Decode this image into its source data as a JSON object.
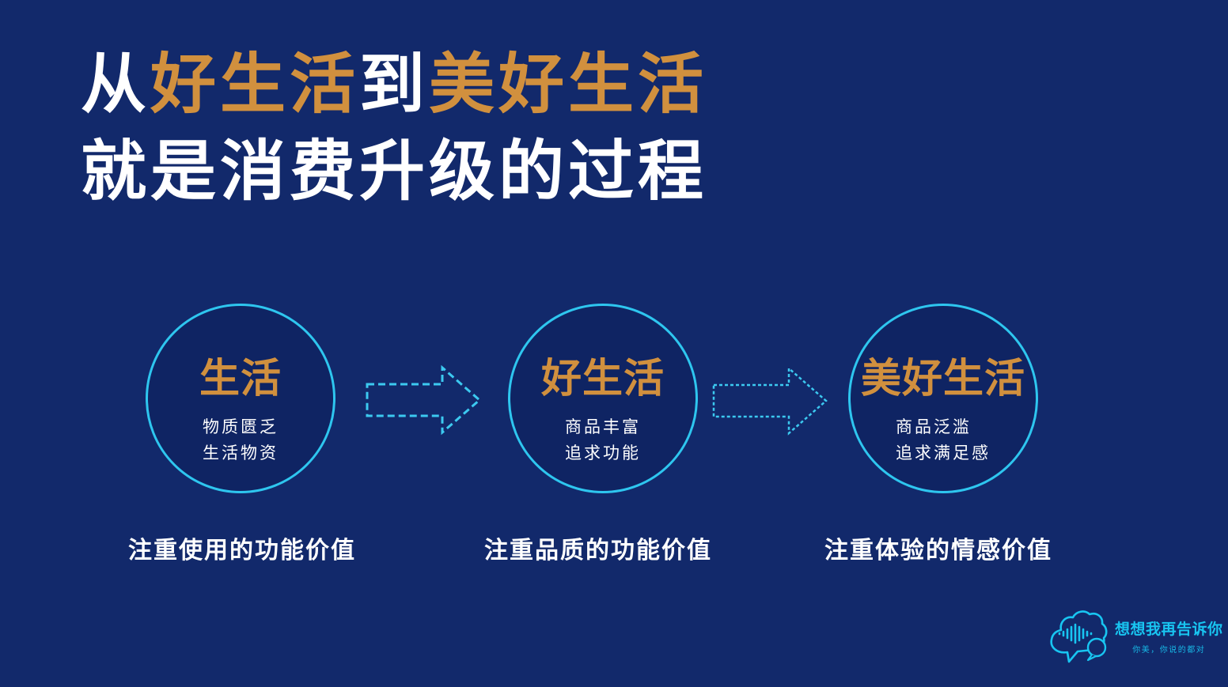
{
  "slide": {
    "background": "#12296B",
    "colors": {
      "accent_cyan": "#2EC6EF",
      "accent_orange": "#D1903E",
      "text_white": "#FFFFFF",
      "circle_fill": "#0F2463"
    },
    "title": {
      "prefix": "从",
      "highlight1": "好生活",
      "connector": "到",
      "highlight2": "美好生活",
      "line2": "就是消费升级的过程"
    },
    "stages": [
      {
        "name": "生活",
        "sub1": "物质匮乏",
        "sub2": "生活物资",
        "caption": "注重使用的功能价值"
      },
      {
        "name": "好生活",
        "sub1": "商品丰富",
        "sub2": "追求功能",
        "caption": "注重品质的功能价值"
      },
      {
        "name": "美好生活",
        "sub1": "商品泛滥",
        "sub2": "追求满足感",
        "caption": "注重体验的情感价值"
      }
    ],
    "icons": {
      "arrow": "dashed-right-arrow-icon",
      "logo": "speech-bubble-soundwave-icon"
    },
    "logo": {
      "name": "想想我再告诉你",
      "tagline": "你美，你说的都对"
    }
  }
}
